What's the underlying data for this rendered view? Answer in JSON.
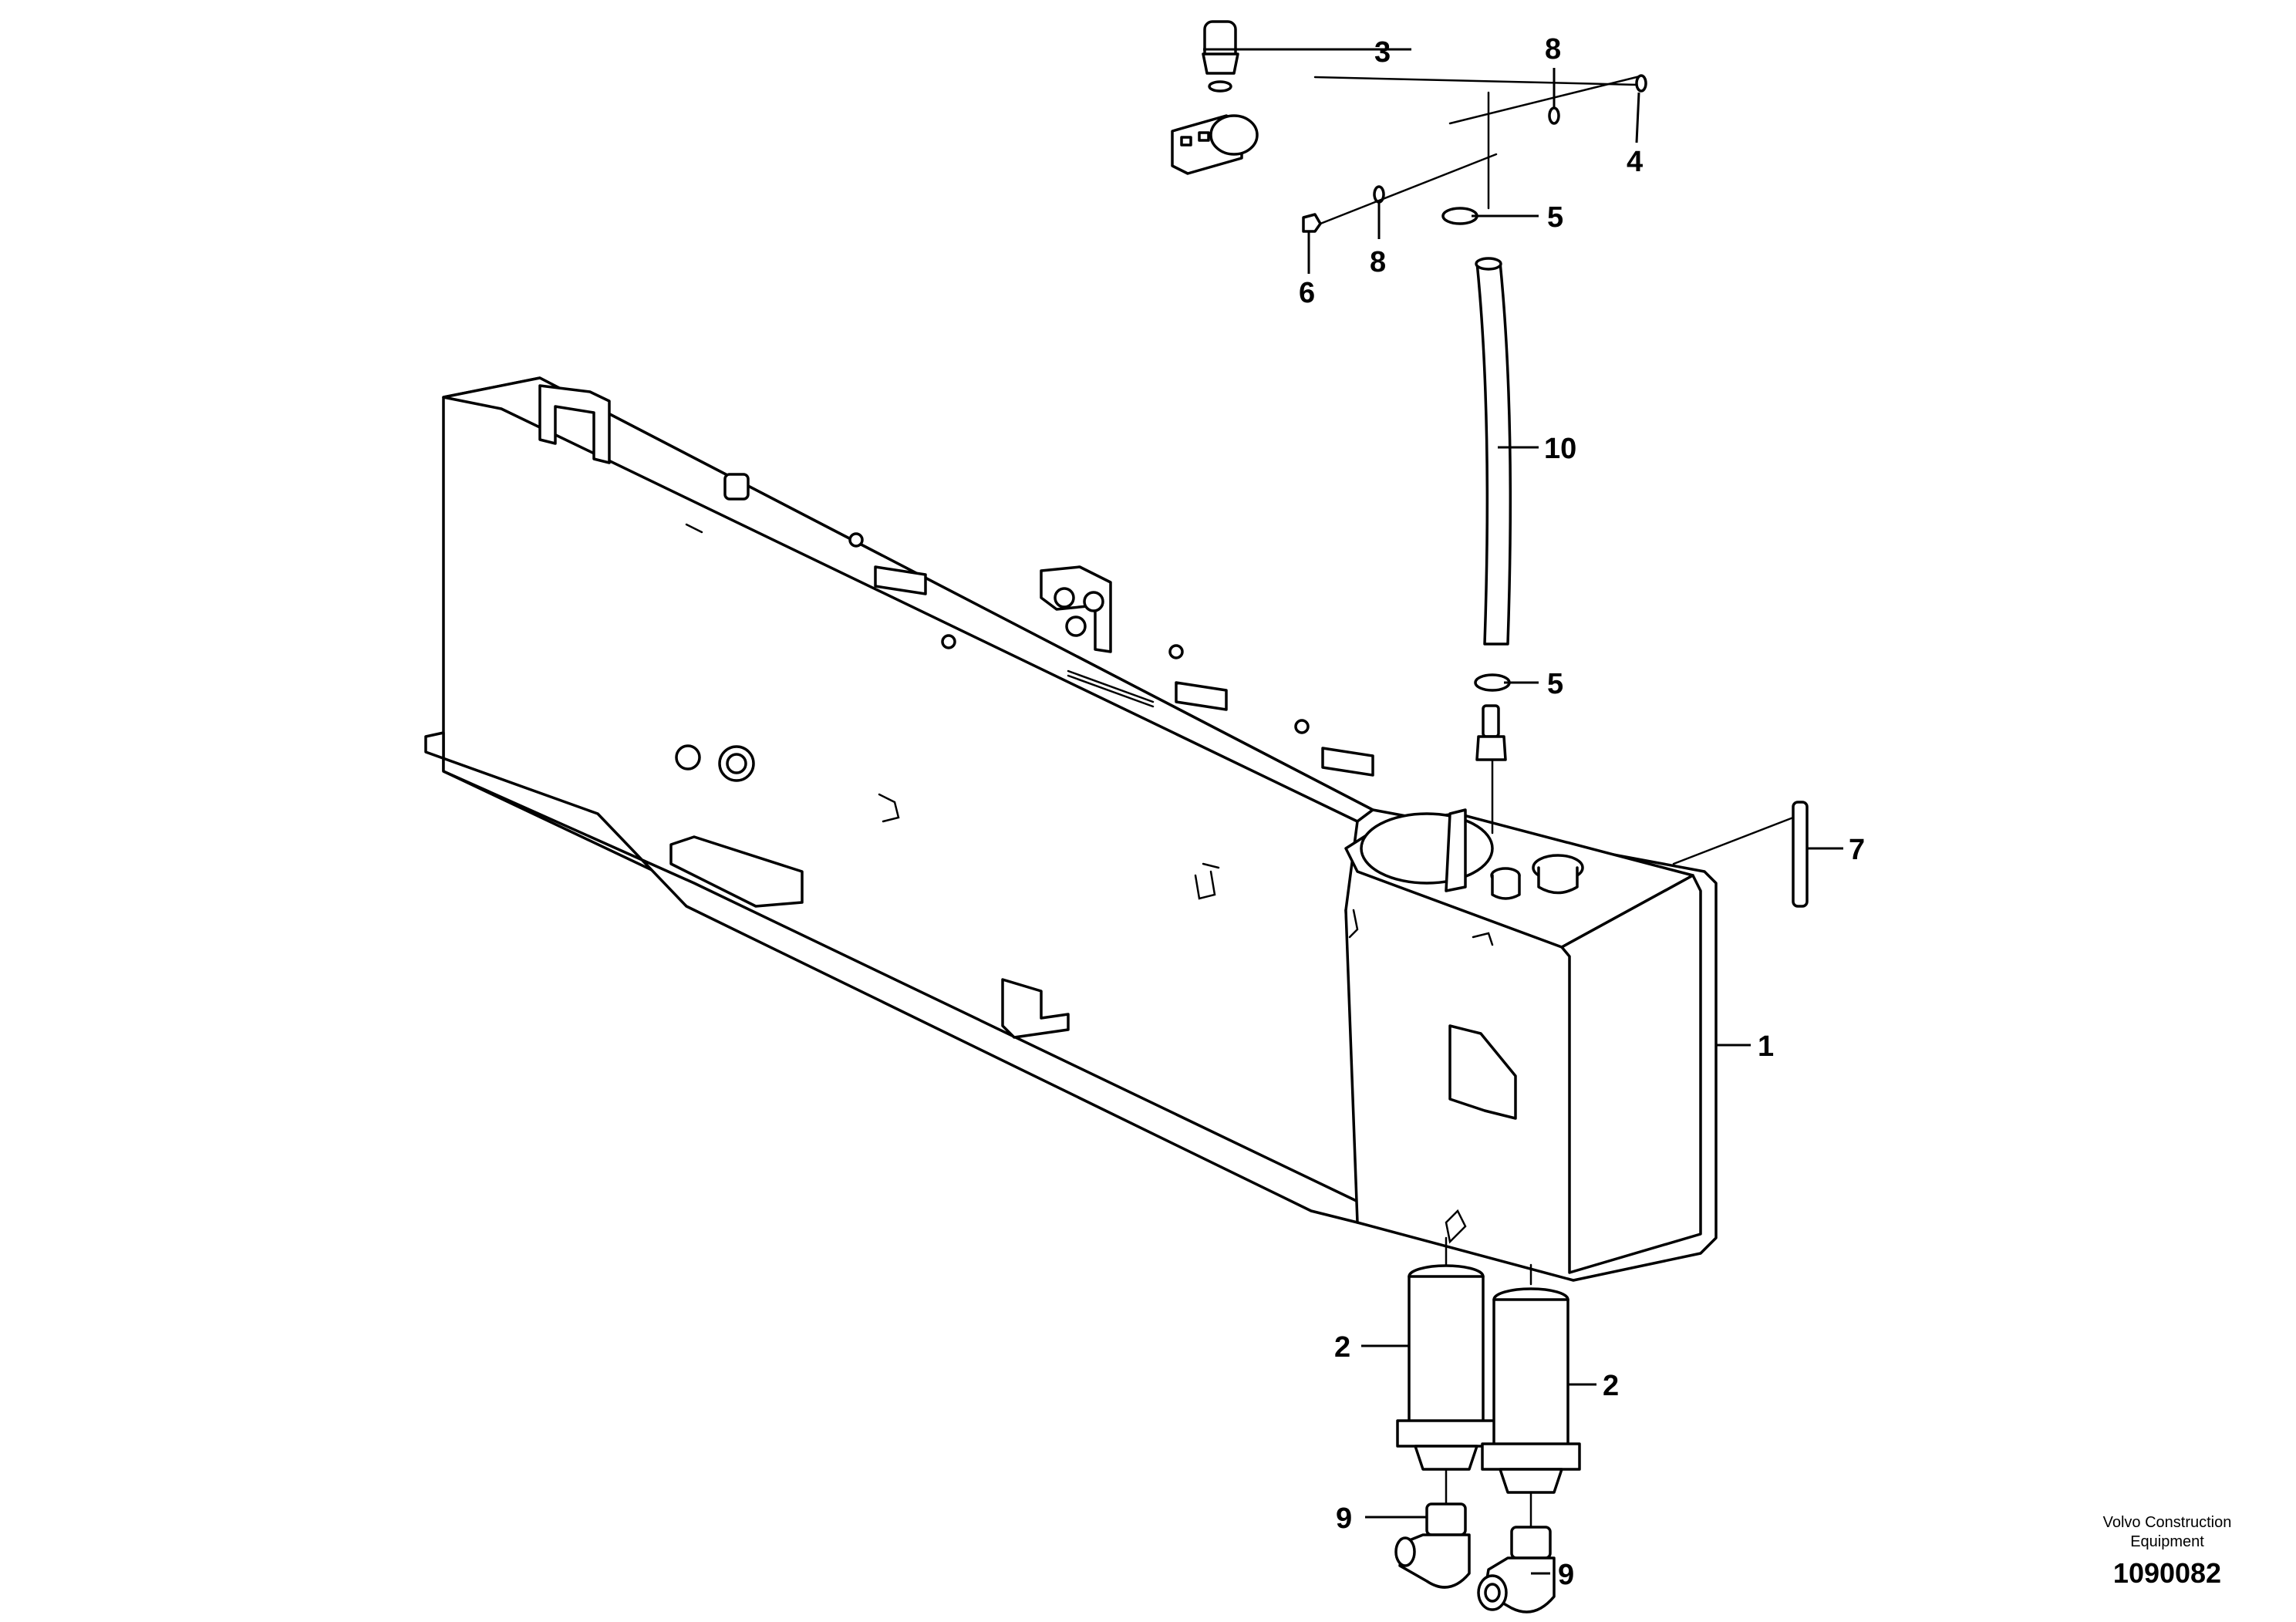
{
  "callouts": [
    {
      "label": "3"
    },
    {
      "label": "8"
    },
    {
      "label": "4"
    },
    {
      "label": "5"
    },
    {
      "label": "6"
    },
    {
      "label": "8"
    },
    {
      "label": "10"
    },
    {
      "label": "5"
    },
    {
      "label": "7"
    },
    {
      "label": "1"
    },
    {
      "label": "2"
    },
    {
      "label": "2"
    },
    {
      "label": "9"
    },
    {
      "label": "9"
    }
  ],
  "footer": {
    "brand_line1": "Volvo Construction",
    "brand_line2": "Equipment",
    "drawing_number": "1090082"
  }
}
